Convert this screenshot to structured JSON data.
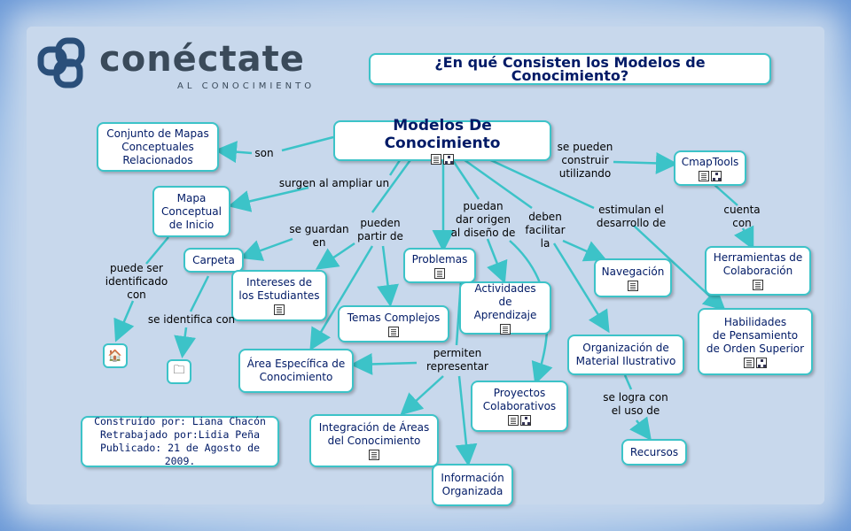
{
  "logo": {
    "word": "conéctate",
    "sub": "AL CONOCIMIENTO"
  },
  "title": "¿En qué Consisten los Modelos de Conocimiento?",
  "nodes": {
    "main": "Modelos De Conocimiento",
    "conjunto": "Conjunto de Mapas\nConceptuales\nRelacionados",
    "mapa": "Mapa\nConceptual\nde Inicio",
    "carpeta": "Carpeta",
    "intereses": "Intereses de\nlos Estudiantes",
    "problemas": "Problemas",
    "temas": "Temas Complejos",
    "actividades": "Actividades\nde Aprendizaje",
    "navegacion": "Navegación",
    "cmaptools": "CmapTools",
    "herramientas": "Herramientas de\nColaboración",
    "habilidades": "Habilidades\nde Pensamiento\nde Orden Superior",
    "area": "Área Específica de\nConocimiento",
    "organizacion": "Organización de\nMaterial Ilustrativo",
    "proyectos": "Proyectos\nColaborativos",
    "integracion": "Integración de Áreas\ndel Conocimiento",
    "informacion": "Información\nOrganizada",
    "recursos": "Recursos",
    "credits": "Construído por: Liana Chacón\nRetrabajado por:Lidia Peña\nPublicado: 21 de Agosto de 2009."
  },
  "links": {
    "son": "son",
    "surgen": "surgen al ampliar un",
    "seguardan": "se guardan\nen",
    "pueden_partir": "pueden\npartir de",
    "puedan": "puedan\ndar origen\nal diseño de",
    "deben": "deben\nfacilitar\nla",
    "estimulan": "estimulan el\ndesarrollo de",
    "sepueden": "se pueden\nconstruir\nutilizando",
    "cuenta": "cuenta\ncon",
    "puedeser": "puede ser\nidentificado\ncon",
    "seidentifica": "se identifica con",
    "permiten": "permiten\nrepresentar",
    "selogra": "se logra con\nel uso de"
  },
  "icons": {
    "resource_doc": "document-icon",
    "resource_map": "concept-map-icon",
    "home": "home-icon",
    "folder": "folder-icon"
  },
  "colors": {
    "border": "#3cc3c8",
    "text": "#001a66",
    "arrow": "#3cc3c8"
  }
}
